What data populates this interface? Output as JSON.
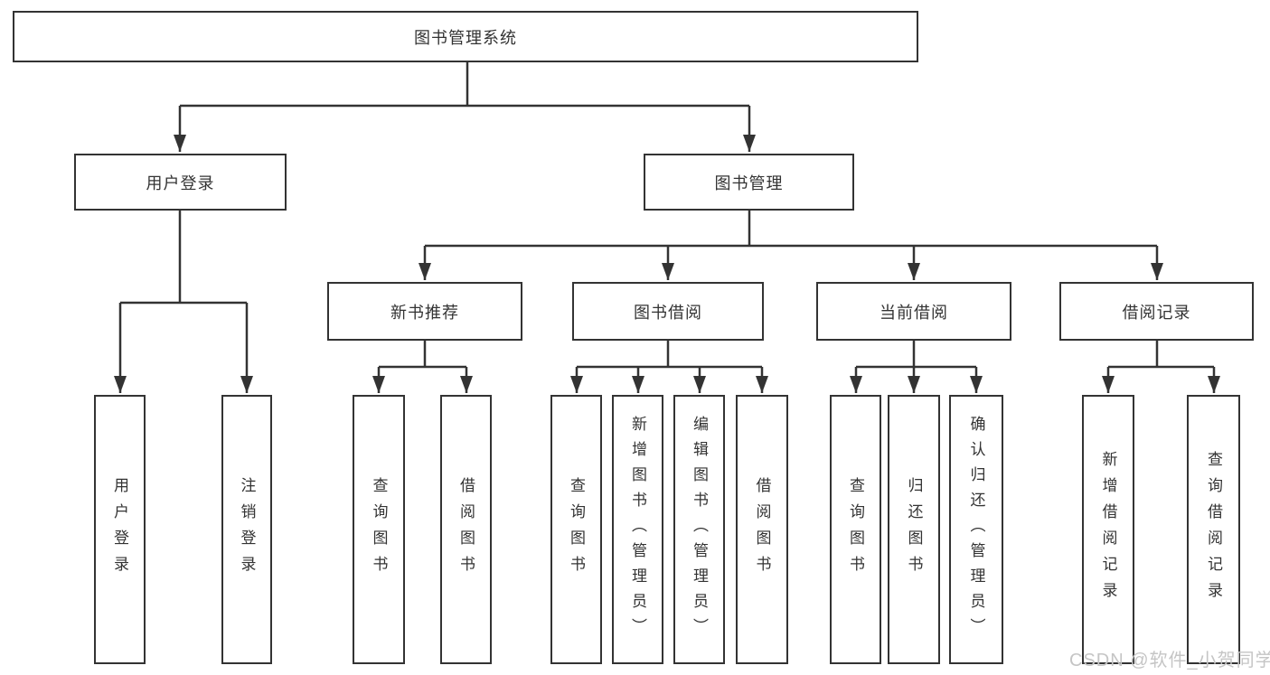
{
  "tree": {
    "label": "图书管理系统",
    "children": [
      {
        "label": "用户登录",
        "children": [
          {
            "label": "用户登录"
          },
          {
            "label": "注销登录"
          }
        ]
      },
      {
        "label": "图书管理",
        "children": [
          {
            "label": "新书推荐",
            "children": [
              {
                "label": "查询图书"
              },
              {
                "label": "借阅图书"
              }
            ]
          },
          {
            "label": "图书借阅",
            "children": [
              {
                "label": "查询图书"
              },
              {
                "label": "新增图书（管理员）"
              },
              {
                "label": "编辑图书（管理员）"
              },
              {
                "label": "借阅图书"
              }
            ]
          },
          {
            "label": "当前借阅",
            "children": [
              {
                "label": "查询图书"
              },
              {
                "label": "归还图书"
              },
              {
                "label": "确认归还（管理员）"
              }
            ]
          },
          {
            "label": "借阅记录",
            "children": [
              {
                "label": "新增借阅记录"
              },
              {
                "label": "查询借阅记录"
              }
            ]
          }
        ]
      }
    ]
  },
  "watermark": {
    "text": "CSDN @软件_小贺同学"
  },
  "colors": {
    "line": "#333333",
    "box_border": "#333333",
    "text": "#333333",
    "watermark_text": "#c5c5c5",
    "background": "#ffffff"
  }
}
